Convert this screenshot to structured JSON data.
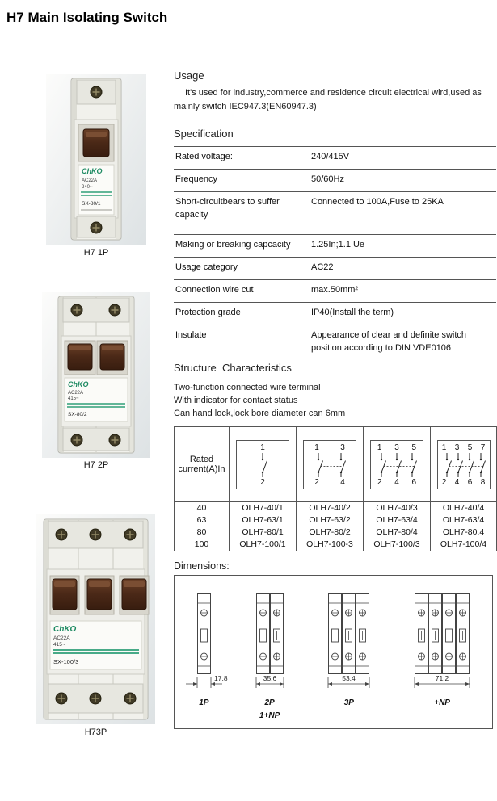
{
  "page_title": "H7 Main Isolating Switch",
  "brand": "ChKO",
  "colors": {
    "brand_green": "#1d8a62",
    "toggle_brown": "#4a2817"
  },
  "products": [
    {
      "caption": "H7 1P",
      "lines": [
        "AC22A",
        "240~",
        "SX-80/1"
      ]
    },
    {
      "caption": "H7 2P",
      "lines": [
        "AC22A",
        "415~",
        "SX-80/2"
      ]
    },
    {
      "caption": "H73P",
      "lines": [
        "AC22A",
        "415~",
        "SX-100/3"
      ]
    }
  ],
  "usage": {
    "heading": "Usage",
    "text": "It's used for industry,commerce and residence circuit electrical wird,used as mainly switch IEC947.3(EN60947.3)"
  },
  "specification": {
    "heading": "Specification",
    "rows": [
      {
        "label": "Rated voltage:",
        "value": "240/415V"
      },
      {
        "label": "Frequency",
        "value": "50/60Hz"
      },
      {
        "label": "Short-circuitbears to suffer capacity",
        "value": "Connected to 100A,Fuse to 25KA"
      },
      {
        "label": "Making or breaking capcacity",
        "value": "1.25In;1.1 Ue"
      },
      {
        "label": "Usage category",
        "value": "AC22"
      },
      {
        "label": "Connection wire cut",
        "value": "max.50mm²"
      },
      {
        "label": "Protection grade",
        "value": "IP40(Install the term)"
      },
      {
        "label": "Insulate",
        "value": "Appearance of clear and definite switch position according to DIN VDE0106"
      }
    ]
  },
  "structure": {
    "heading": "Structure  Characteristics",
    "lines": [
      "Two-function connected wire terminal",
      "With indicator for contact status",
      "Can hand lock,lock bore diameter can 6mm"
    ]
  },
  "model_table": {
    "header": "Rated current(A)In",
    "pole_diagrams": [
      {
        "top": [
          "1"
        ],
        "bottom": [
          "2"
        ]
      },
      {
        "top": [
          "1",
          "3"
        ],
        "bottom": [
          "2",
          "4"
        ]
      },
      {
        "top": [
          "1",
          "3",
          "5"
        ],
        "bottom": [
          "2",
          "4",
          "6"
        ]
      },
      {
        "top": [
          "1",
          "3",
          "5",
          "7"
        ],
        "bottom": [
          "2",
          "4",
          "6",
          "8"
        ]
      }
    ],
    "rows": [
      {
        "current": "40",
        "models": [
          "OLH7-40/1",
          "OLH7-40/2",
          "OLH7-40/3",
          "OLH7-40/4"
        ]
      },
      {
        "current": "63",
        "models": [
          "OLH7-63/1",
          "OLH7-63/2",
          "OLH7-63/4",
          "OLH7-63/4"
        ]
      },
      {
        "current": "80",
        "models": [
          "OLH7-80/1",
          "OLH7-80/2",
          "OLH7-80/4",
          "OLH7-80.4"
        ]
      },
      {
        "current": "100",
        "models": [
          "OLH7-100/1",
          "OLH7-100-3",
          "OLH7-100/3",
          "OLH7-100/4"
        ]
      }
    ]
  },
  "dimensions": {
    "heading": "Dimensions:",
    "items": [
      {
        "label": "1P",
        "sublabel": "",
        "width_mm": "17.8"
      },
      {
        "label": "2P",
        "sublabel": "1+NP",
        "width_mm": "35.6"
      },
      {
        "label": "3P",
        "sublabel": "",
        "width_mm": "53.4"
      },
      {
        "label": "+NP",
        "sublabel": "",
        "width_mm": "71.2"
      }
    ]
  }
}
